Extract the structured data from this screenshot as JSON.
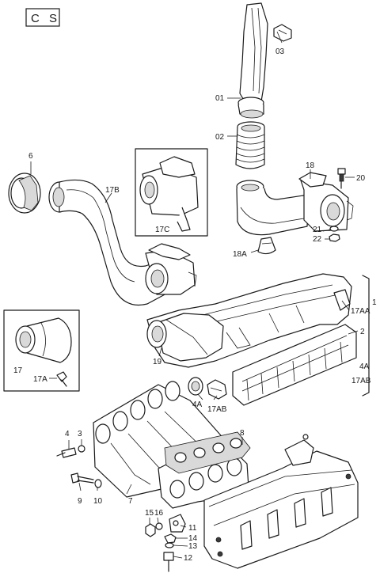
{
  "corner_code": "C S",
  "labels": {
    "p03": "03",
    "p01": "01",
    "p02": "02",
    "p6": "6",
    "p17B": "17B",
    "p18": "18",
    "p20": "20",
    "p17C": "17C",
    "p21": "21",
    "p22": "22",
    "p18A": "18A",
    "p1": "1",
    "p17AA": "17AA",
    "p2": "2",
    "p17": "17",
    "p17A": "17A",
    "p19": "19",
    "p4A_right": "4A",
    "p17AB_right": "17AB",
    "p4A_mid": "4A",
    "p17AB_mid": "17AB",
    "p4": "4",
    "p3": "3",
    "p8": "8",
    "p9": "9",
    "p10": "10",
    "p7": "7",
    "p15": "15",
    "p16": "16",
    "p11": "11",
    "p14": "14",
    "p13": "13",
    "p12": "12"
  }
}
